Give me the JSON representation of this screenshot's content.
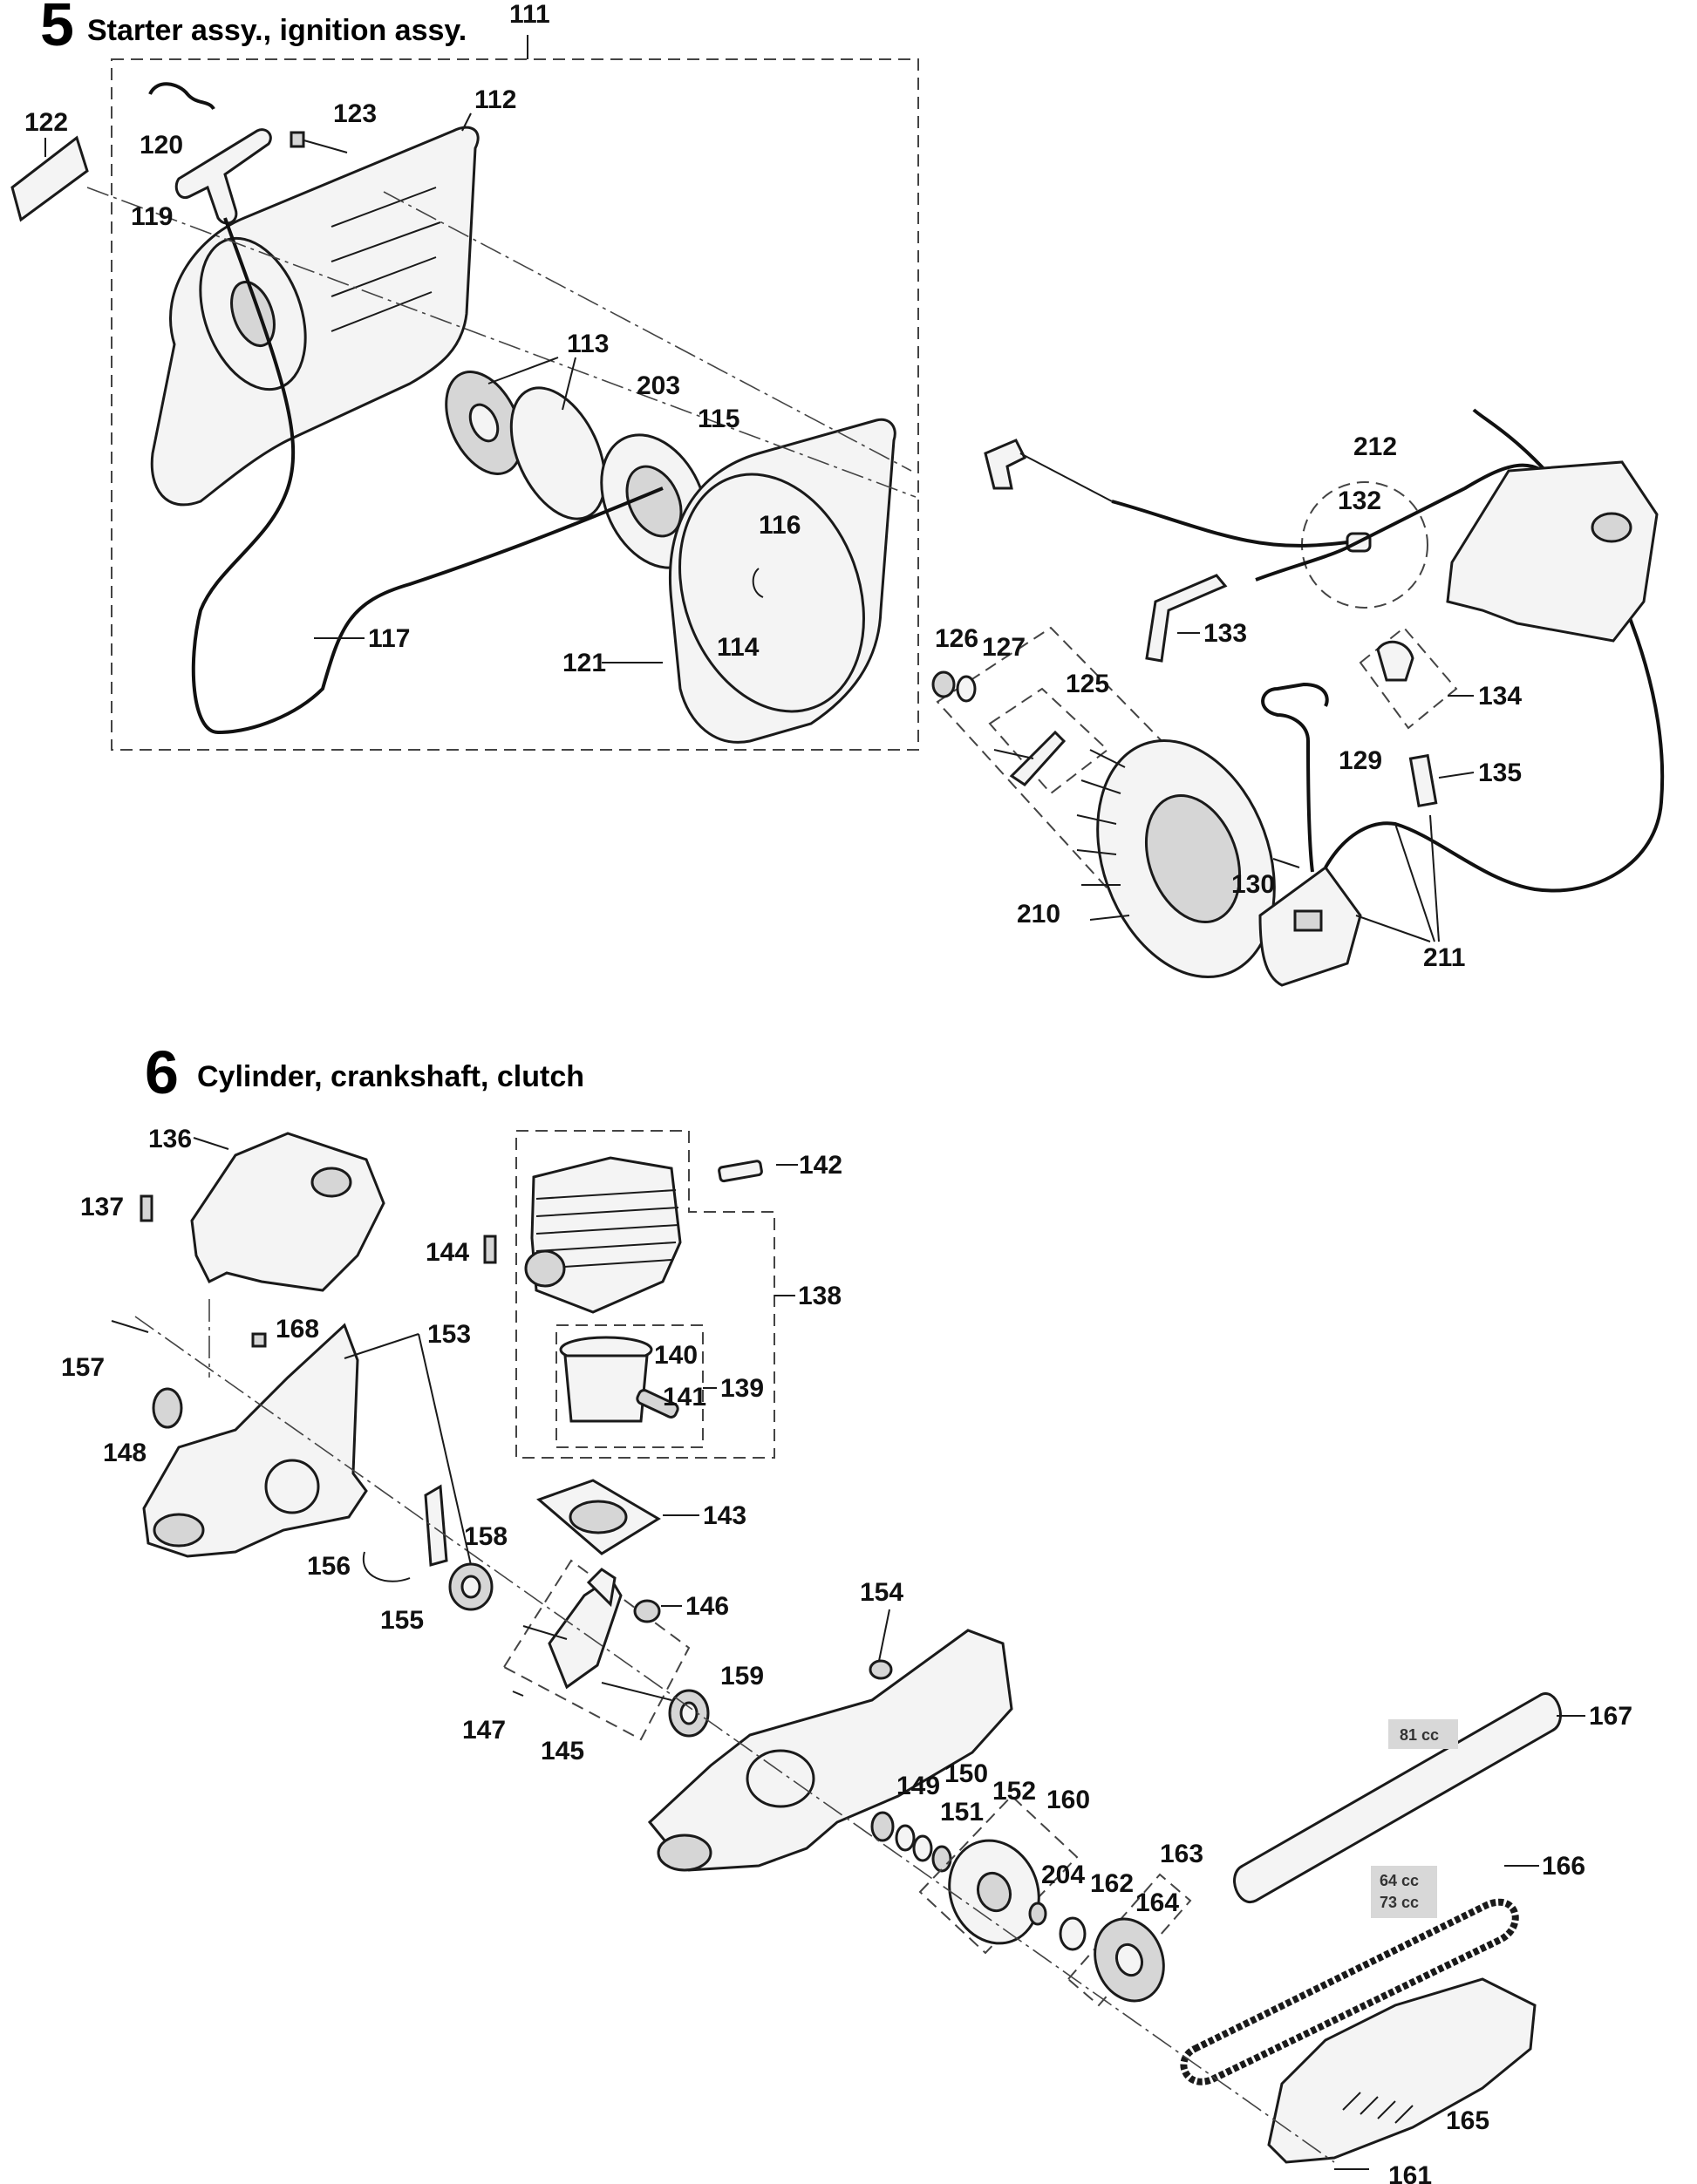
{
  "sections": [
    {
      "number": "5",
      "title": "Starter assy., ignition assy."
    },
    {
      "number": "6",
      "title": "Cylinder, crankshaft, clutch"
    }
  ],
  "labels": {
    "p111": "111",
    "p112": "112",
    "p113": "113",
    "p114": "114",
    "p115": "115",
    "p116": "116",
    "p117": "117",
    "p119": "119",
    "p120": "120",
    "p121": "121",
    "p122": "122",
    "p123": "123",
    "p125": "125",
    "p126": "126",
    "p127": "127",
    "p129": "129",
    "p130": "130",
    "p132": "132",
    "p133": "133",
    "p134": "134",
    "p135": "135",
    "p136": "136",
    "p137": "137",
    "p138": "138",
    "p139": "139",
    "p140": "140",
    "p141": "141",
    "p142": "142",
    "p143": "143",
    "p144": "144",
    "p145": "145",
    "p146": "146",
    "p147": "147",
    "p148": "148",
    "p149": "149",
    "p150": "150",
    "p151": "151",
    "p152": "152",
    "p153": "153",
    "p154": "154",
    "p155": "155",
    "p156": "156",
    "p157": "157",
    "p158": "158",
    "p159": "159",
    "p160": "160",
    "p161": "161",
    "p162": "162",
    "p163": "163",
    "p164": "164",
    "p165": "165",
    "p166": "166",
    "p167": "167",
    "p168": "168",
    "p203": "203",
    "p204": "204",
    "p210": "210",
    "p211": "211",
    "p212": "212"
  },
  "variants": {
    "belt": "81 cc",
    "chain_a": "64 cc",
    "chain_b": "73 cc"
  }
}
